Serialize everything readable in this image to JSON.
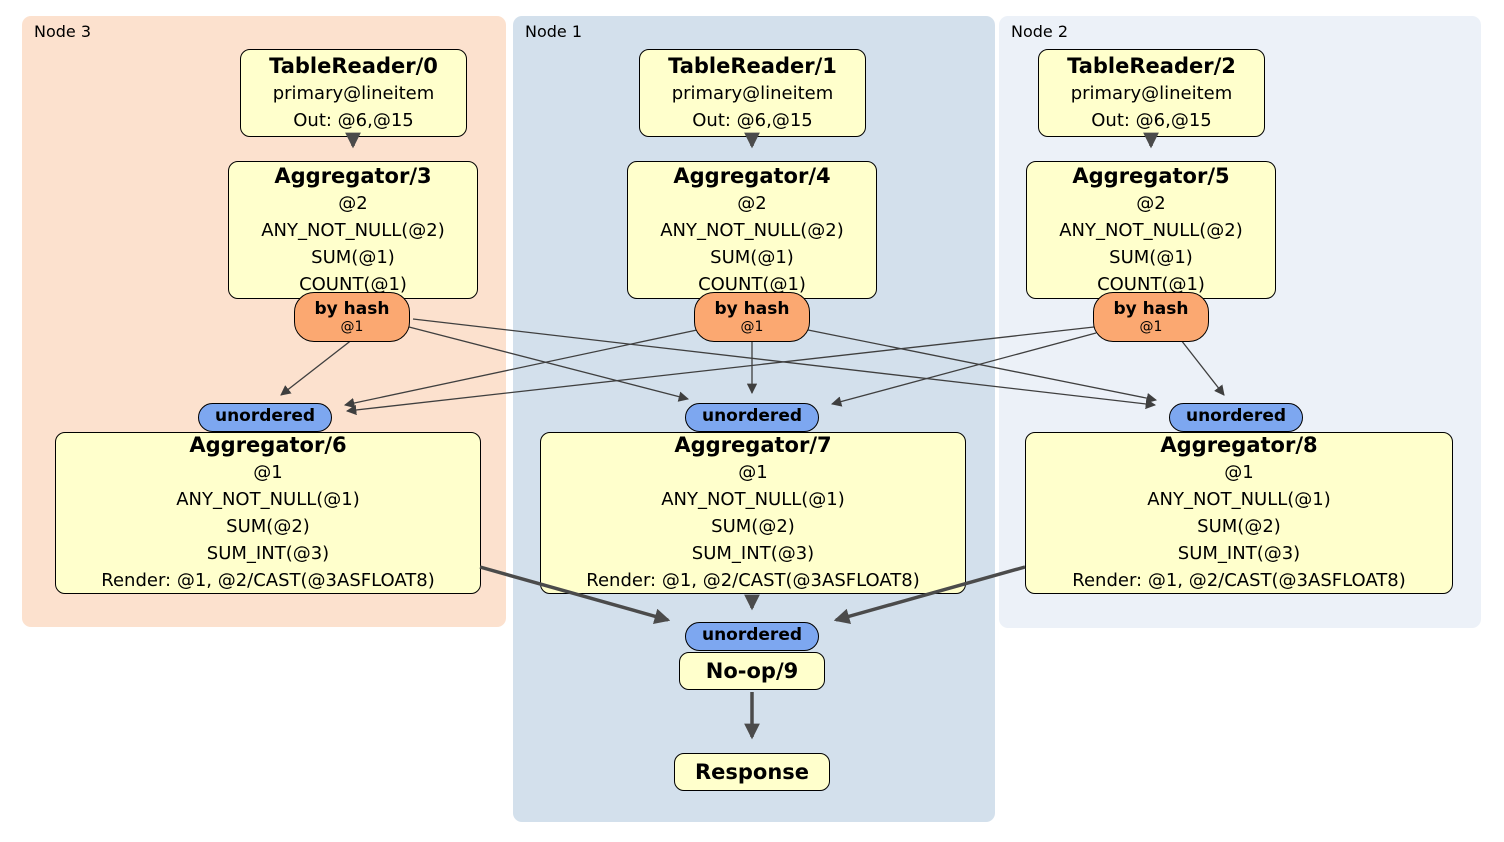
{
  "regions": {
    "node3": {
      "label": "Node 3"
    },
    "node1": {
      "label": "Node 1"
    },
    "node2": {
      "label": "Node 2"
    }
  },
  "processors": {
    "tr0": {
      "title": "TableReader/0",
      "lines": [
        "primary@lineitem",
        "Out: @6,@15"
      ]
    },
    "tr1": {
      "title": "TableReader/1",
      "lines": [
        "primary@lineitem",
        "Out: @6,@15"
      ]
    },
    "tr2": {
      "title": "TableReader/2",
      "lines": [
        "primary@lineitem",
        "Out: @6,@15"
      ]
    },
    "agg3": {
      "title": "Aggregator/3",
      "lines": [
        "@2",
        "ANY_NOT_NULL(@2)",
        "SUM(@1)",
        "COUNT(@1)"
      ]
    },
    "agg4": {
      "title": "Aggregator/4",
      "lines": [
        "@2",
        "ANY_NOT_NULL(@2)",
        "SUM(@1)",
        "COUNT(@1)"
      ]
    },
    "agg5": {
      "title": "Aggregator/5",
      "lines": [
        "@2",
        "ANY_NOT_NULL(@2)",
        "SUM(@1)",
        "COUNT(@1)"
      ]
    },
    "agg6": {
      "title": "Aggregator/6",
      "lines": [
        "@1",
        "ANY_NOT_NULL(@1)",
        "SUM(@2)",
        "SUM_INT(@3)",
        "Render: @1, @2/CAST(@3ASFLOAT8)"
      ]
    },
    "agg7": {
      "title": "Aggregator/7",
      "lines": [
        "@1",
        "ANY_NOT_NULL(@1)",
        "SUM(@2)",
        "SUM_INT(@3)",
        "Render: @1, @2/CAST(@3ASFLOAT8)"
      ]
    },
    "agg8": {
      "title": "Aggregator/8",
      "lines": [
        "@1",
        "ANY_NOT_NULL(@1)",
        "SUM(@2)",
        "SUM_INT(@3)",
        "Render: @1, @2/CAST(@3ASFLOAT8)"
      ]
    },
    "noop9": {
      "title": "No-op/9"
    },
    "response": {
      "title": "Response"
    }
  },
  "routers": {
    "byHash": {
      "label": "by hash",
      "detail": "@1"
    },
    "unordered": {
      "label": "unordered"
    }
  },
  "colors": {
    "node3_bg": "#FCE1CE",
    "node1_bg": "#D3E0EC",
    "node2_bg": "#ECF1F8",
    "processor_bg": "#FFFFCC",
    "processor_border": "#000000",
    "hash_router_bg": "#FBA871",
    "unordered_sync_bg": "#7DA7F0",
    "edge_color": "#4B4B4B"
  }
}
